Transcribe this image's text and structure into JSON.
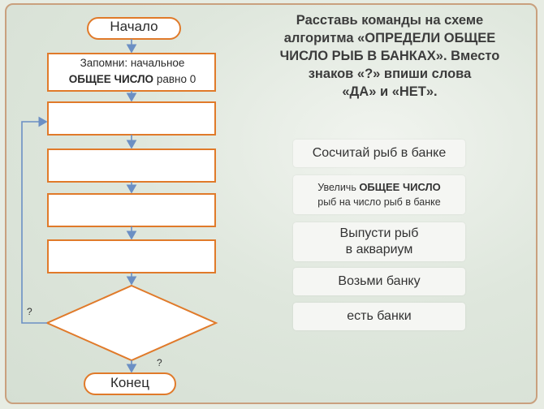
{
  "flowchart": {
    "start": "Начало",
    "end": "Конец",
    "assign_prefix": "Запомни: начальное",
    "assign_bold": "ОБЩЕЕ ЧИСЛО",
    "assign_suffix": "равно 0",
    "decision_mark_left": "?",
    "decision_mark_bottom": "?"
  },
  "task": {
    "line1": "Расставь команды на схеме",
    "line2": "алгоритма «ОПРЕДЕЛИ ОБЩЕЕ",
    "line3": "ЧИСЛО РЫБ В БАНКАХ». Вместо",
    "line4": "знаков «?» впиши слова",
    "line5": "«ДА» и «НЕТ»."
  },
  "commands": {
    "count": "Сосчитай рыб в банке",
    "increase_prefix": "Увеличь",
    "increase_bold": "ОБЩЕЕ ЧИСЛО",
    "increase_line2": "рыб на число рыб в банке",
    "release_line1": "Выпусти рыб",
    "release_line2": "в аквариум",
    "take": "Возьми банку",
    "has": "есть банки"
  },
  "colors": {
    "frame": "#c9a07e",
    "shape_stroke": "#e07a2a",
    "arrow": "#6b8fc4"
  }
}
